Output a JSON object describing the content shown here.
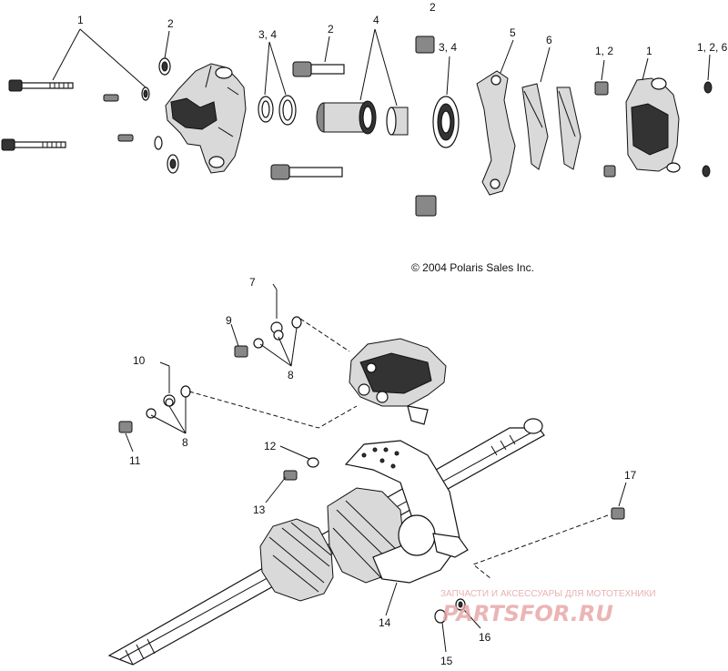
{
  "copyright": "© 2004 Polaris Sales Inc.",
  "watermark": {
    "tagline": "ЗАПЧАСТИ И АКСЕССУАРЫ ДЛЯ МОТОТЕХНИКИ",
    "brand": "PARTSFOR.RU"
  },
  "top_callouts": [
    "1",
    "2",
    "3, 4",
    "2",
    "4",
    "2",
    "3, 4",
    "5",
    "6",
    "1, 2",
    "1",
    "1, 2, 6"
  ],
  "bottom_callouts": [
    "7",
    "9",
    "8",
    "10",
    "8",
    "11",
    "12",
    "13",
    "14",
    "15",
    "16",
    "17"
  ]
}
